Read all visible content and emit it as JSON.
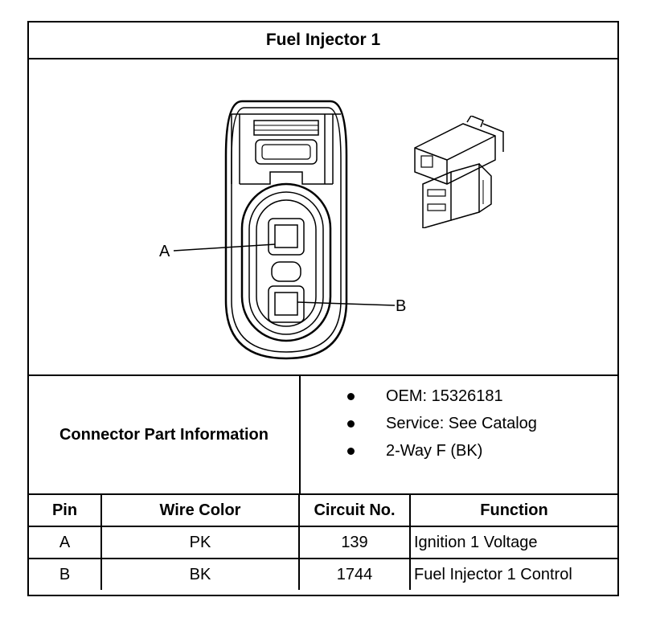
{
  "title": "Fuel Injector 1",
  "diagram": {
    "pin_labels": [
      "A",
      "B"
    ],
    "icons": [
      "connector-face-view",
      "connector-3d-view"
    ]
  },
  "connector_info": {
    "label": "Connector Part Information",
    "items": [
      "OEM: 15326181",
      "Service: See Catalog",
      "2-Way F (BK)"
    ]
  },
  "pin_table": {
    "headers": [
      "Pin",
      "Wire Color",
      "Circuit No.",
      "Function"
    ],
    "rows": [
      [
        "A",
        "PK",
        "139",
        "Ignition 1 Voltage"
      ],
      [
        "B",
        "BK",
        "1744",
        "Fuel Injector 1 Control"
      ]
    ]
  }
}
